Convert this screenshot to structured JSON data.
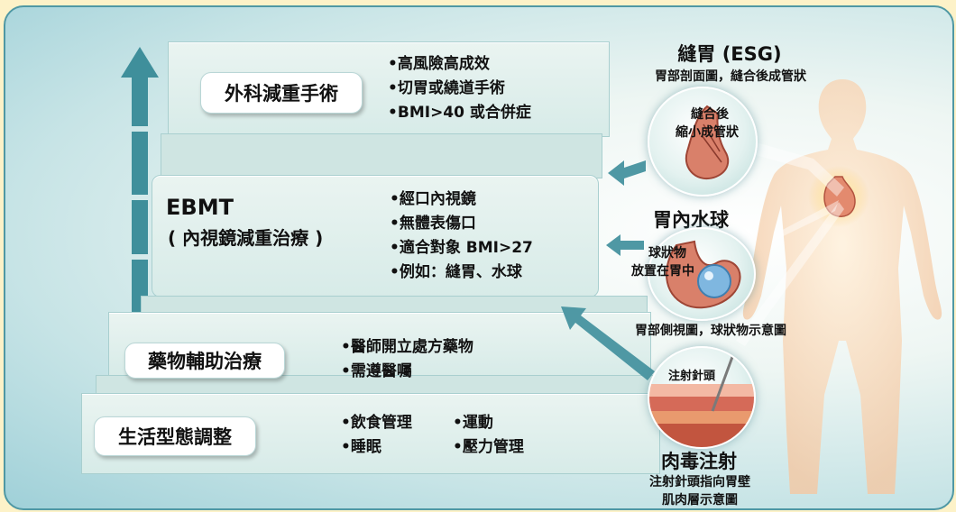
{
  "tiers": {
    "surgery": {
      "label": "外科減重手術",
      "bullets": [
        "•高風險高成效",
        "•切胃或繞道手術",
        "•BMI>40 或合併症"
      ]
    },
    "ebmt": {
      "title": "EBMT",
      "subtitle": "( 內視鏡減重治療 )",
      "bullets": [
        "•經口內視鏡",
        "•無體表傷口",
        "•適合對象 BMI>27",
        "•例如：縫胃、水球"
      ]
    },
    "medication": {
      "label": "藥物輔助治療",
      "bullets": [
        "•醫師開立處方藥物",
        "•需遵醫囑"
      ]
    },
    "lifestyle": {
      "label": "生活型態調整",
      "bullets_left": [
        "•飲食管理",
        "•睡眠"
      ],
      "bullets_right": [
        "•運動",
        "•壓力管理"
      ]
    }
  },
  "procedures": {
    "esg": {
      "title": "縫胃 (ESG)",
      "caption": "胃部剖面圖，縫合後成管狀",
      "inner_label_1": "縫合後",
      "inner_label_2": "縮小成管狀"
    },
    "balloon": {
      "title": "胃內水球",
      "inner_label_1": "球狀物",
      "inner_label_2": "放置在胃中",
      "caption": "胃部側視圖，球狀物示意圖"
    },
    "botox": {
      "inner_label": "注射針頭",
      "title": "肉毒注射",
      "caption_1": "注射針頭指向胃壁",
      "caption_2": "肌肉層示意圖"
    }
  },
  "colors": {
    "arrow": "#3f8f9b",
    "step_border": "#a9cfcf",
    "frame_border": "#4f98a4"
  }
}
